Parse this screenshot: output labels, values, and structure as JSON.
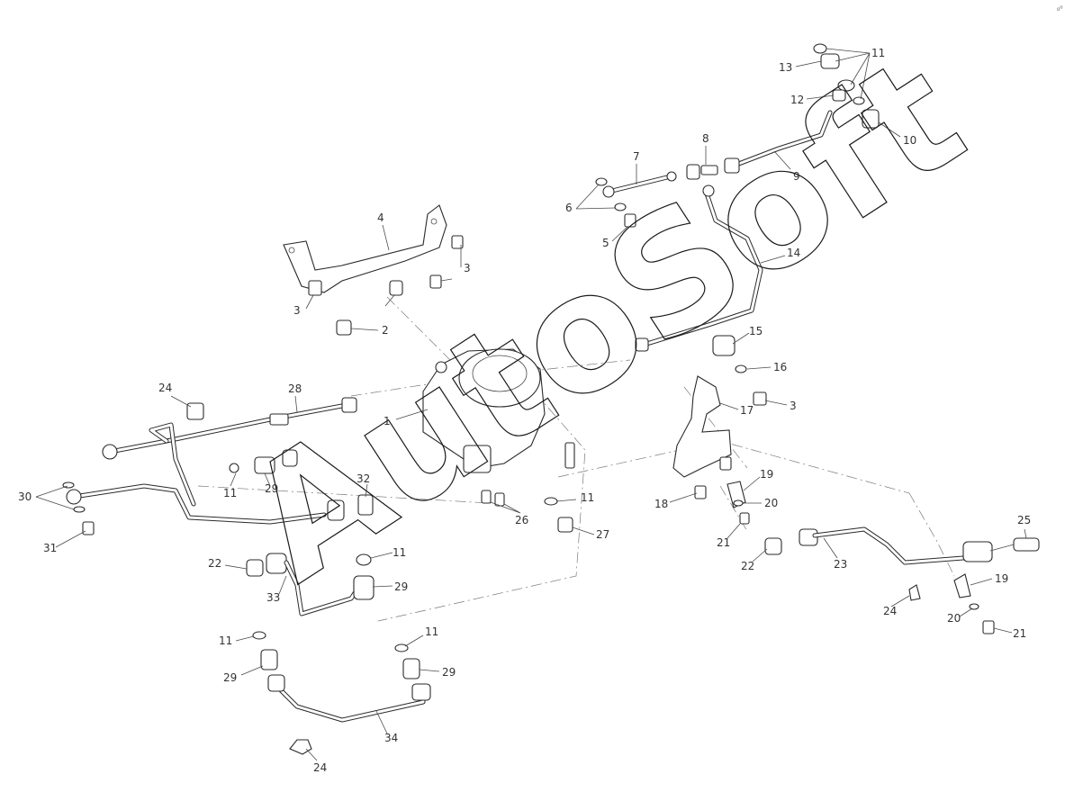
{
  "watermark": "AutoSoft",
  "corner_mark": "₀⁰",
  "callouts": {
    "c11a": "11",
    "c13": "13",
    "c12": "12",
    "c10": "10",
    "c9": "9",
    "c8": "8",
    "c7": "7",
    "c6": "6",
    "c5": "5",
    "c14": "14",
    "c4": "4",
    "c3a": "3",
    "c3b": "3",
    "c2": "2",
    "c15": "15",
    "c16": "16",
    "c3c": "3",
    "c17": "17",
    "c1": "1",
    "c24a": "24",
    "c28": "28",
    "c11b": "11",
    "c29a": "29",
    "c30": "30",
    "c31": "31",
    "c32": "32",
    "c11c": "11",
    "c26": "26",
    "c27": "27",
    "c18": "18",
    "c19a": "19",
    "c20a": "20",
    "c21a": "21",
    "c22a": "22",
    "c33": "33",
    "c29b": "29",
    "c11d": "11",
    "c22b": "22",
    "c23": "23",
    "c25": "25",
    "c19b": "19",
    "c24b": "24",
    "c20b": "20",
    "c21b": "21",
    "c11e": "11",
    "c29c": "29",
    "c11f": "11",
    "c29d": "29",
    "c34": "34",
    "c24c": "24"
  }
}
